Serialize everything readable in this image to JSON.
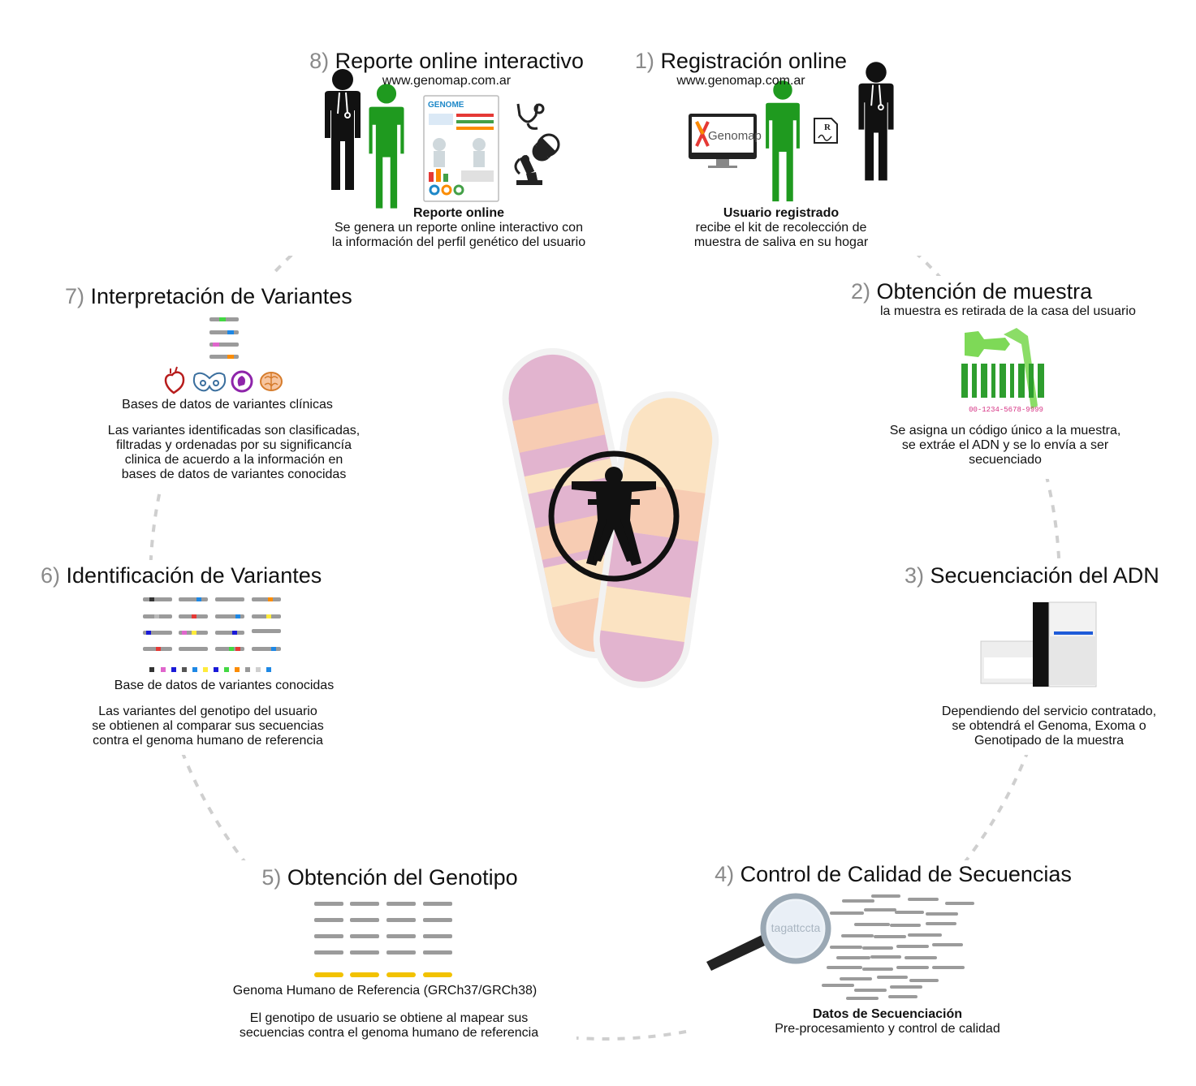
{
  "steps": {
    "s1": {
      "num": "1)",
      "title": "Registración online",
      "url": "www.genomap.com.ar",
      "caption_title": "Usuario registrado",
      "caption": [
        "recibe el kit de recolección de",
        "muestra de saliva en su hogar"
      ],
      "screen_logo": "Genomap"
    },
    "s2": {
      "num": "2)",
      "title": "Obtención de muestra",
      "subtitle": "la muestra es retirada de la casa del usuario",
      "barcode": "00-1234-5678-9999",
      "caption": [
        "Se asigna un código único a la muestra,",
        "se extráe el ADN y se lo envía a ser",
        "secuenciado"
      ]
    },
    "s3": {
      "num": "3)",
      "title": "Secuenciación del ADN",
      "caption": [
        "Dependiendo del servicio contratado,",
        "se obtendrá el Genoma, Exoma o",
        "Genotipado de la muestra"
      ]
    },
    "s4": {
      "num": "4)",
      "title": "Control de Calidad de Secuencias",
      "lens_text": "tagattccta",
      "caption_title": "Datos de Secuenciación",
      "caption": [
        "Pre-procesamiento y control de calidad"
      ]
    },
    "s5": {
      "num": "5)",
      "title": "Obtención del Genotipo",
      "label": "Genoma Humano de Referencia (GRCh37/GRCh38)",
      "caption": [
        "El genotipo de usuario se obtiene al mapear sus",
        "secuencias contra el genoma humano de referencia"
      ]
    },
    "s6": {
      "num": "6)",
      "title": "Identificación de Variantes",
      "label": "Base de datos de variantes conocidas",
      "caption": [
        "Las variantes del genotipo del usuario",
        "se obtienen al comparar sus secuencias",
        "contra el genoma humano de referencia"
      ]
    },
    "s7": {
      "num": "7)",
      "title": "Interpretación de Variantes",
      "label": "Bases de datos de variantes clínicas",
      "caption": [
        "Las variantes identificadas son clasificadas,",
        "filtradas y ordenadas por su significancía",
        "clinica de acuerdo a la información en",
        "bases de datos de variantes conocidas"
      ]
    },
    "s8": {
      "num": "8)",
      "title": "Reporte online interactivo",
      "url": "www.genomap.com.ar",
      "caption_title": "Reporte online",
      "caption": [
        "Se genera un reporte online interactivo con",
        "la información del perfil genético del usuario"
      ],
      "report_header": "GENOME"
    }
  },
  "colors": {
    "green": "#1f9a1f",
    "black": "#111111",
    "pink": "#e2b4cf",
    "peach": "#f7ccb3",
    "cream": "#fbe3c2",
    "gray": "#9b9b9b",
    "yellow": "#f2c200"
  },
  "icons": [
    "doctor-icon",
    "patient-icon",
    "stethoscope-icon",
    "pill-icon",
    "microscope-icon",
    "prescription-icon",
    "monitor-icon",
    "swab-icon",
    "barcode-icon",
    "sequencer-icon",
    "magnifier-icon",
    "heart-icon",
    "pelvis-icon",
    "fetus-icon",
    "brain-icon",
    "vitruvian-man-icon",
    "chromosome-icon"
  ]
}
